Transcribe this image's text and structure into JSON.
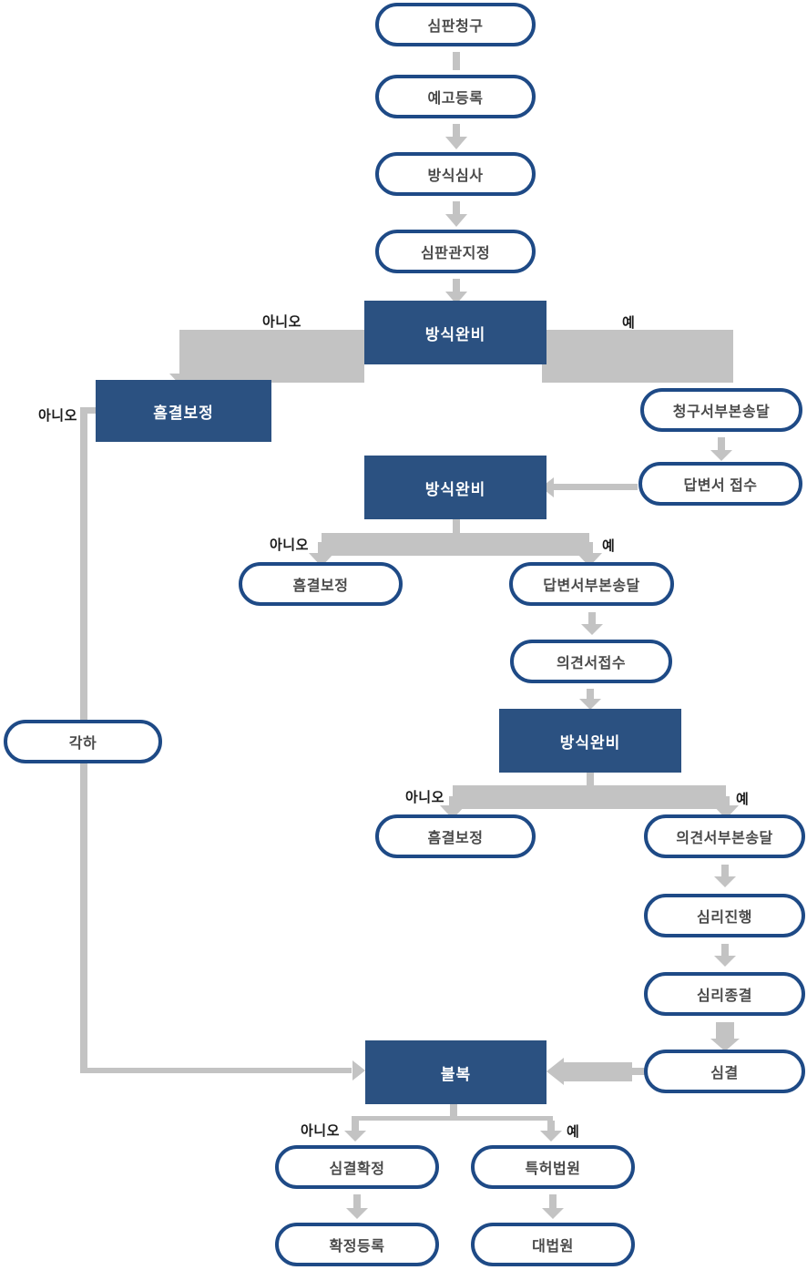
{
  "diagram": {
    "nodes": {
      "trial_request": "심판청구",
      "advance_registration": "예고등록",
      "formality_examination": "방식심사",
      "judge_designation": "심판관지정",
      "formality_complete": "방식완비",
      "defect_correction": "흠결보정",
      "request_copy_service": "청구서부본송달",
      "answer_receipt": "답변서 접수",
      "answer_copy_service": "답변서부본송달",
      "opinion_receipt": "의견서접수",
      "opinion_copy_service": "의견서부본송달",
      "trial_proceeding": "심리진행",
      "trial_closing": "심리종결",
      "trial_decision": "심결",
      "appeal": "불복",
      "decision_confirmed": "심결확정",
      "confirmed_registration": "확정등록",
      "patent_court": "특허법원",
      "supreme_court": "대법원",
      "dismissal": "각하"
    },
    "branch_labels": {
      "yes": "예",
      "no": "아니오"
    },
    "colors": {
      "decision_fill": "#2b5181",
      "pill_border": "#1e4a86",
      "pill_text": "#4a4a4a",
      "decision_text": "#ffffff",
      "connector": "#c3c3c3",
      "branch_label_text": "#1a1a1a"
    }
  }
}
